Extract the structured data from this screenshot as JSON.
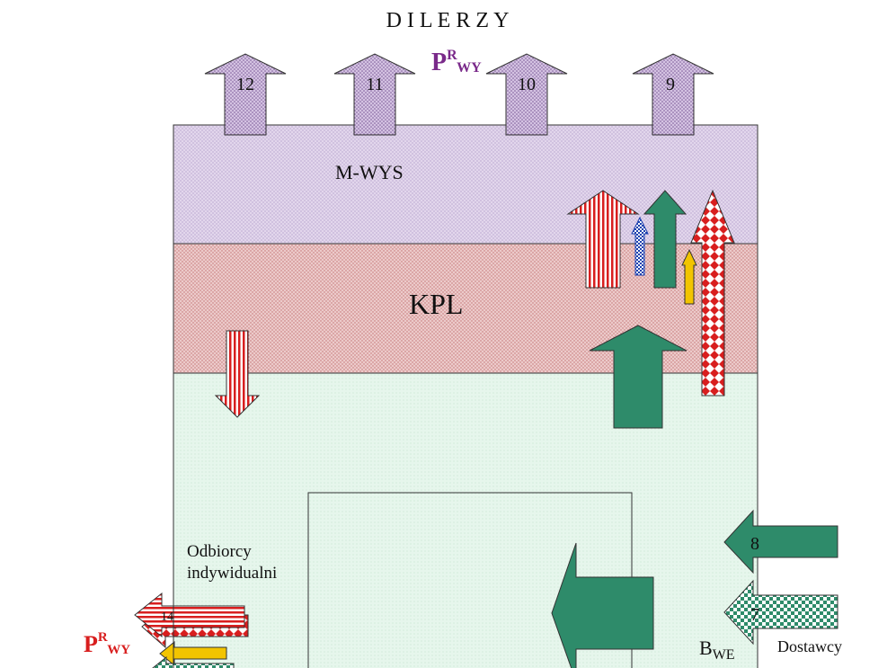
{
  "header": {
    "title": "D I L E R Z Y"
  },
  "zones": {
    "mwys": "M-WYS",
    "kpl": "KPL",
    "odbiorcy": [
      "Odbiorcy",
      "indywidualni"
    ],
    "dostawcy": "Dostawcy"
  },
  "labels": {
    "prwy_top": {
      "main": "P",
      "sup": "R",
      "sub": "WY"
    },
    "prwy_left": {
      "main": "P",
      "sup": "R",
      "sub": "WY"
    },
    "bwe": {
      "main": "B",
      "sub": "WE"
    }
  },
  "arrows": {
    "out": [
      "12",
      "11",
      "10",
      "9"
    ],
    "in": [
      "8",
      "7"
    ],
    "left": "14"
  },
  "colors": {
    "mwys": "#ddd0e8",
    "kpl": "#e8c4c4",
    "base": "#e4f5ea",
    "green": "#2e8b6a",
    "red": "#d81e1e",
    "yellow": "#f2c400",
    "blue": "#1b3fae",
    "purple": "#7a2a8a",
    "text_red": "#d81e1e"
  }
}
